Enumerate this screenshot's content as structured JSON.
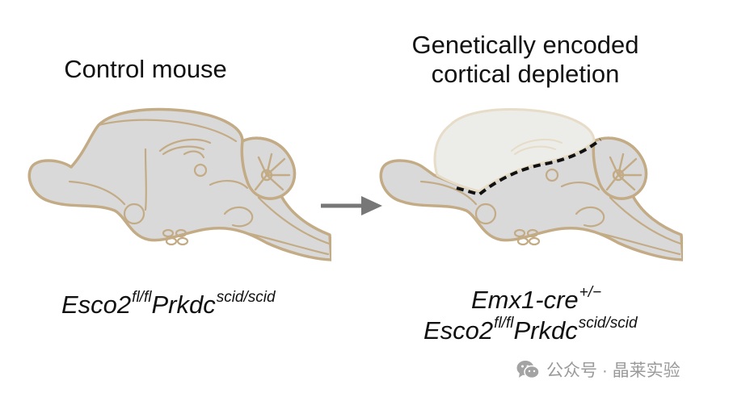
{
  "left_panel": {
    "title": "Control mouse",
    "genotype": {
      "gene1": "Esco2",
      "gene1_sup": "fl/fl",
      "gene2": "Prkdc",
      "gene2_sup": "scid/scid"
    }
  },
  "right_panel": {
    "title_line1": "Genetically encoded",
    "title_line2": "cortical depletion",
    "genotype_line1": {
      "gene": "Emx1-cre",
      "sup": "+/−"
    },
    "genotype_line2": {
      "gene1": "Esco2",
      "gene1_sup": "fl/fl",
      "gene2": "Prkdc",
      "gene2_sup": "scid/scid"
    }
  },
  "watermark": {
    "text": "公众号 · 晶莱实验",
    "icon": "wechat-icon"
  },
  "colors": {
    "brain_fill": "#d9d9d9",
    "brain_outline": "#c3ab85",
    "depleted_cortex_fill": "#ecece8",
    "depleted_cortex_outline": "#e6dcc7",
    "boundary_dash": "#111111",
    "arrow": "#777777",
    "text": "#111111",
    "watermark": "#9a9a9a"
  }
}
